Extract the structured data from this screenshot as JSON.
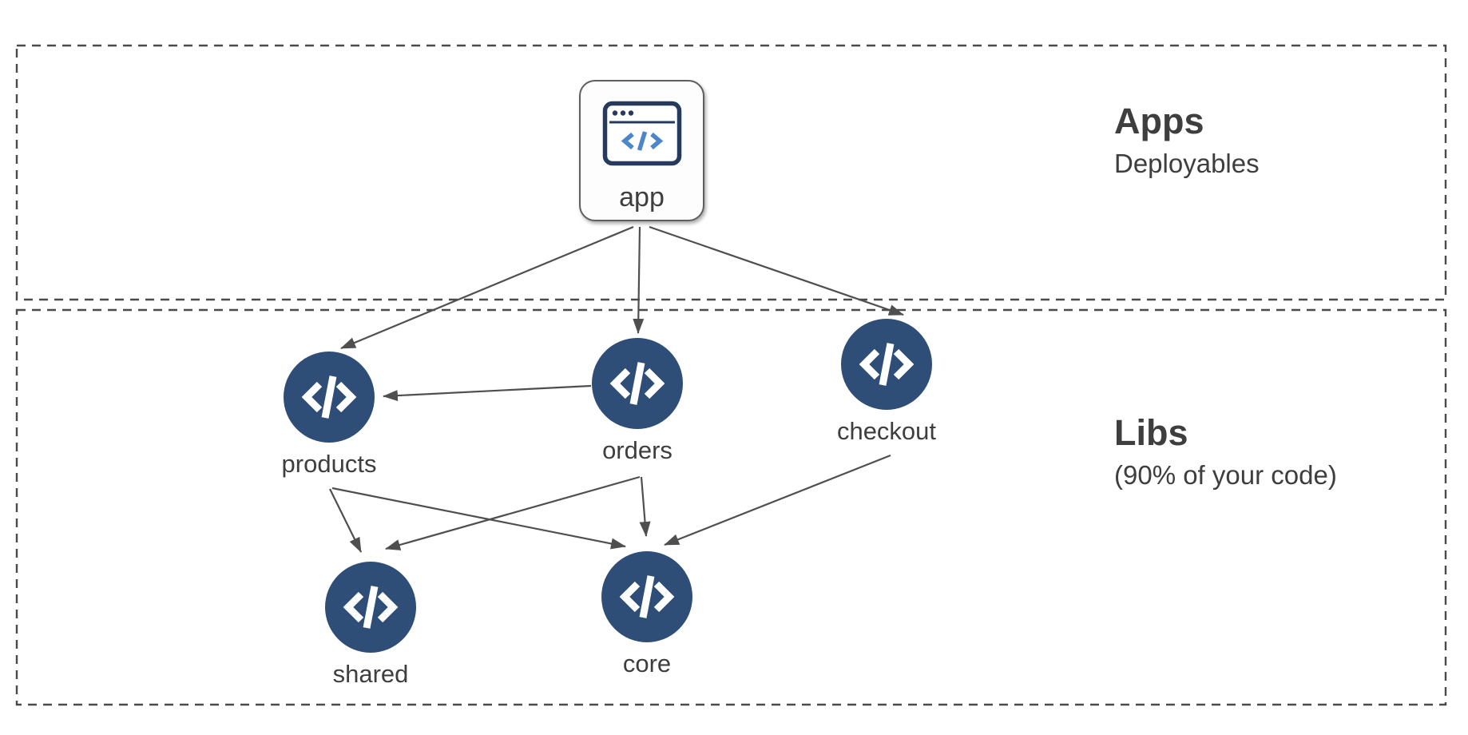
{
  "diagram": {
    "sections": [
      {
        "id": "apps",
        "title": "Apps",
        "subtitle": "Deployables"
      },
      {
        "id": "libs",
        "title": "Libs",
        "subtitle": "(90% of your code)"
      }
    ],
    "nodes": [
      {
        "id": "app",
        "label": "app",
        "kind": "application",
        "icon": "browser-window-code-icon",
        "section": "apps"
      },
      {
        "id": "products",
        "label": "products",
        "kind": "library",
        "icon": "code-brackets-icon",
        "section": "libs"
      },
      {
        "id": "orders",
        "label": "orders",
        "kind": "library",
        "icon": "code-brackets-icon",
        "section": "libs"
      },
      {
        "id": "checkout",
        "label": "checkout",
        "kind": "library",
        "icon": "code-brackets-icon",
        "section": "libs"
      },
      {
        "id": "shared",
        "label": "shared",
        "kind": "library",
        "icon": "code-brackets-icon",
        "section": "libs"
      },
      {
        "id": "core",
        "label": "core",
        "kind": "library",
        "icon": "code-brackets-icon",
        "section": "libs"
      }
    ],
    "edges": [
      {
        "from": "app",
        "to": "products"
      },
      {
        "from": "app",
        "to": "orders"
      },
      {
        "from": "app",
        "to": "checkout"
      },
      {
        "from": "orders",
        "to": "products"
      },
      {
        "from": "products",
        "to": "shared"
      },
      {
        "from": "products",
        "to": "core"
      },
      {
        "from": "orders",
        "to": "shared"
      },
      {
        "from": "orders",
        "to": "core"
      },
      {
        "from": "checkout",
        "to": "core"
      }
    ],
    "colors": {
      "lib_circle": "#2e4d77",
      "arrow": "#4f4f4f",
      "dashed_border": "#4a4a4a",
      "text": "#3e3e3e",
      "app_icon_stroke": "#263a5e",
      "app_icon_accent": "#4a86c8"
    }
  }
}
